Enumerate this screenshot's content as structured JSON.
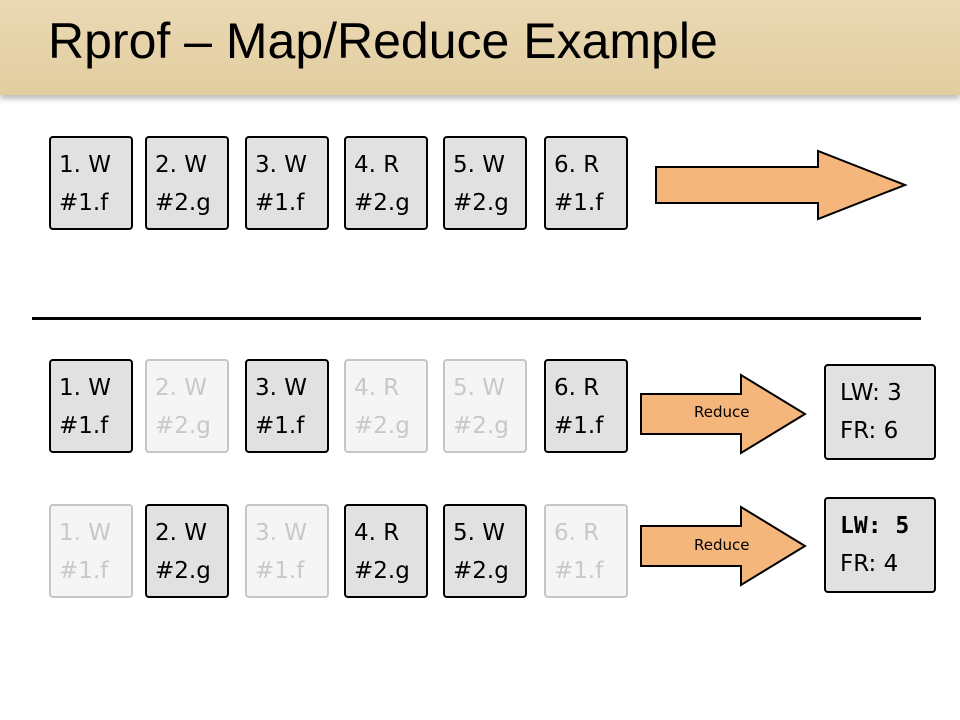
{
  "title": "Rprof – Map/Reduce Example",
  "rows": [
    {
      "cells": [
        {
          "line1": "1. W",
          "line2": "#1.f",
          "faded": false
        },
        {
          "line1": "2. W",
          "line2": "#2.g",
          "faded": false
        },
        {
          "line1": "3. W",
          "line2": "#1.f",
          "faded": false
        },
        {
          "line1": "4. R",
          "line2": "#2.g",
          "faded": false
        },
        {
          "line1": "5. W",
          "line2": "#2.g",
          "faded": false
        },
        {
          "line1": "6. R",
          "line2": "#1.f",
          "faded": false
        }
      ],
      "arrow_label": ""
    },
    {
      "cells": [
        {
          "line1": "1. W",
          "line2": "#1.f",
          "faded": false
        },
        {
          "line1": "2. W",
          "line2": "#2.g",
          "faded": true
        },
        {
          "line1": "3. W",
          "line2": "#1.f",
          "faded": false
        },
        {
          "line1": "4. R",
          "line2": "#2.g",
          "faded": true
        },
        {
          "line1": "5. W",
          "line2": "#2.g",
          "faded": true
        },
        {
          "line1": "6. R",
          "line2": "#1.f",
          "faded": false
        }
      ],
      "arrow_label": "Reduce",
      "result": {
        "line1": "LW: 3",
        "line2": "FR: 6"
      }
    },
    {
      "cells": [
        {
          "line1": "1. W",
          "line2": "#1.f",
          "faded": true
        },
        {
          "line1": "2. W",
          "line2": "#2.g",
          "faded": false
        },
        {
          "line1": "3. W",
          "line2": "#1.f",
          "faded": true
        },
        {
          "line1": "4. R",
          "line2": "#2.g",
          "faded": false
        },
        {
          "line1": "5. W",
          "line2": "#2.g",
          "faded": false
        },
        {
          "line1": "6. R",
          "line2": "#1.f",
          "faded": true
        }
      ],
      "arrow_label": "Reduce",
      "result": {
        "line1": "LW: 5",
        "line2": "FR: 4"
      }
    }
  ],
  "colors": {
    "title_band": "#e2cd9f",
    "cell_fill": "#e1e1e1",
    "faded_text": "#c8c8c8",
    "arrow_fill": "#f5b67c"
  }
}
